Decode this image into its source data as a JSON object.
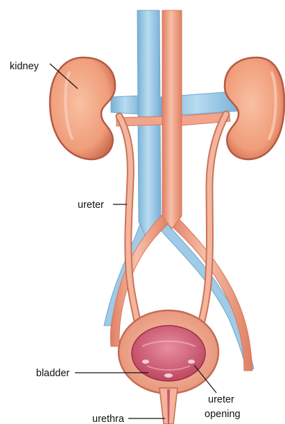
{
  "labels": {
    "kidney": "kidney",
    "ureter": "ureter",
    "bladder": "bladder",
    "ureter_opening_line1": "ureter",
    "ureter_opening_line2": "opening",
    "urethra": "urethra"
  },
  "colors": {
    "vein": "#9fcbe6",
    "vein_edge": "#6fa6cc",
    "artery": "#f1a58c",
    "artery_edge": "#d9745a",
    "kidney": "#f2a27f",
    "kidney_edge": "#b35a42",
    "ureter": "#f4b59c",
    "ureter_edge": "#c97459",
    "bladder_outer": "#f3b39c",
    "bladder_inner": "#c9546a",
    "text": "#111111"
  },
  "icons": {
    "kidney": "kidney-shape",
    "bladder": "bladder-shape"
  }
}
